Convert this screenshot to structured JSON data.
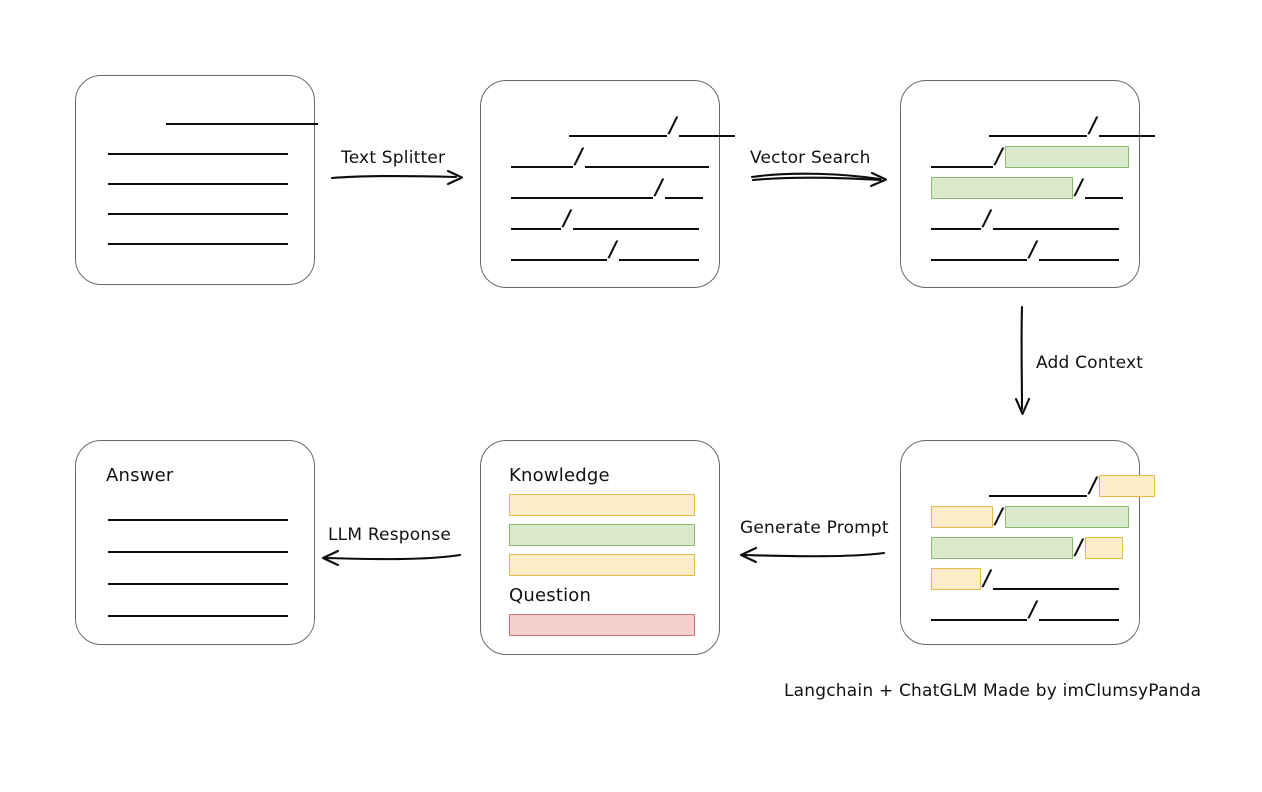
{
  "diagram": {
    "caption": "Langchain + ChatGLM Made by imClumsyPanda",
    "colors": {
      "box_border": "#6a6a6a",
      "line": "#0d0d0d",
      "green_fill": "#d8e9cc",
      "green_border": "#8cb96c",
      "yellow_fill": "#fdeec9",
      "yellow_border": "#e6b84c",
      "red_fill": "#f6cfcf",
      "red_border": "#cf6f6f",
      "background": "#ffffff"
    },
    "arrows": [
      {
        "id": "text-splitter",
        "label": "Text Splitter",
        "direction": "right"
      },
      {
        "id": "vector-search",
        "label": "Vector Search",
        "direction": "right"
      },
      {
        "id": "add-context",
        "label": "Add Context",
        "direction": "down"
      },
      {
        "id": "generate-prompt",
        "label": "Generate Prompt",
        "direction": "left"
      },
      {
        "id": "llm-response",
        "label": "LLM Response",
        "direction": "left"
      }
    ],
    "boxes": {
      "source_document": {
        "id": "source-document",
        "title": "",
        "lines": [
          {
            "indent": 58,
            "width": 152
          },
          {
            "indent": 0,
            "width": 180
          },
          {
            "indent": 0,
            "width": 180
          },
          {
            "indent": 0,
            "width": 180
          },
          {
            "indent": 0,
            "width": 180
          }
        ]
      },
      "split_chunks": {
        "id": "split-chunks",
        "title": "",
        "rows": [
          {
            "indent": 58,
            "segments": [
              {
                "width": 98,
                "style": "plain"
              },
              {
                "width": 56,
                "style": "plain"
              }
            ]
          },
          {
            "indent": 0,
            "segments": [
              {
                "width": 62,
                "style": "plain"
              },
              {
                "width": 124,
                "style": "plain"
              }
            ]
          },
          {
            "indent": 0,
            "segments": [
              {
                "width": 142,
                "style": "plain"
              },
              {
                "width": 38,
                "style": "plain"
              }
            ]
          },
          {
            "indent": 0,
            "segments": [
              {
                "width": 50,
                "style": "plain"
              },
              {
                "width": 126,
                "style": "plain"
              }
            ]
          },
          {
            "indent": 0,
            "segments": [
              {
                "width": 96,
                "style": "plain"
              },
              {
                "width": 80,
                "style": "plain"
              }
            ]
          }
        ]
      },
      "vector_matches": {
        "id": "vector-matches",
        "title": "",
        "rows": [
          {
            "indent": 58,
            "segments": [
              {
                "width": 98,
                "style": "plain"
              },
              {
                "width": 56,
                "style": "plain"
              }
            ]
          },
          {
            "indent": 0,
            "segments": [
              {
                "width": 62,
                "style": "plain"
              },
              {
                "width": 124,
                "style": "green"
              }
            ]
          },
          {
            "indent": 0,
            "segments": [
              {
                "width": 142,
                "style": "green"
              },
              {
                "width": 38,
                "style": "plain"
              }
            ]
          },
          {
            "indent": 0,
            "segments": [
              {
                "width": 50,
                "style": "plain"
              },
              {
                "width": 126,
                "style": "plain"
              }
            ]
          },
          {
            "indent": 0,
            "segments": [
              {
                "width": 96,
                "style": "plain"
              },
              {
                "width": 80,
                "style": "plain"
              }
            ]
          }
        ]
      },
      "context_added": {
        "id": "context-added",
        "title": "",
        "rows": [
          {
            "indent": 58,
            "segments": [
              {
                "width": 98,
                "style": "plain"
              },
              {
                "width": 56,
                "style": "yellow"
              }
            ]
          },
          {
            "indent": 0,
            "segments": [
              {
                "width": 62,
                "style": "yellow"
              },
              {
                "width": 124,
                "style": "green"
              }
            ]
          },
          {
            "indent": 0,
            "segments": [
              {
                "width": 142,
                "style": "green"
              },
              {
                "width": 38,
                "style": "yellow"
              }
            ]
          },
          {
            "indent": 0,
            "segments": [
              {
                "width": 50,
                "style": "yellow"
              },
              {
                "width": 126,
                "style": "plain"
              }
            ]
          },
          {
            "indent": 0,
            "segments": [
              {
                "width": 96,
                "style": "plain"
              },
              {
                "width": 80,
                "style": "plain"
              }
            ]
          }
        ]
      },
      "prompt": {
        "id": "prompt",
        "knowledge_title": "Knowledge",
        "question_title": "Question",
        "knowledge_bars": [
          {
            "style": "yellow",
            "width": 186
          },
          {
            "style": "green",
            "width": 186
          },
          {
            "style": "yellow",
            "width": 186
          }
        ],
        "question_bars": [
          {
            "style": "red",
            "width": 186
          }
        ]
      },
      "answer": {
        "id": "answer",
        "title": "Answer",
        "lines": [
          {
            "indent": 0,
            "width": 180
          },
          {
            "indent": 0,
            "width": 180
          },
          {
            "indent": 0,
            "width": 180
          },
          {
            "indent": 0,
            "width": 180
          }
        ]
      }
    }
  }
}
